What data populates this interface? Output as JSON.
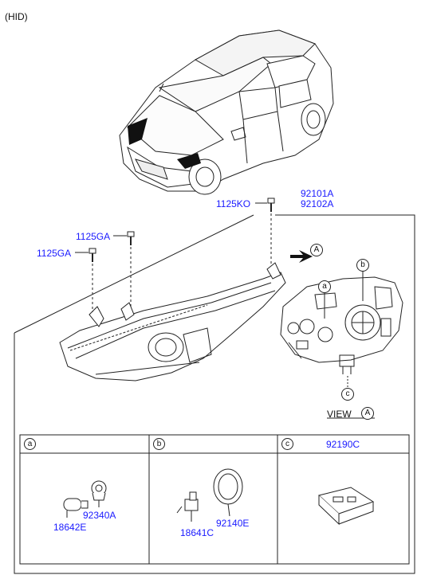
{
  "variant": "(HID)",
  "assembly": {
    "part_a": "92101A",
    "part_b": "92102A"
  },
  "bolts": {
    "top": "1125KO",
    "upper_left": "1125GA",
    "lower_left": "1125GA"
  },
  "view": {
    "label": "VIEW",
    "ref": "A",
    "arrow_ref": "A"
  },
  "callouts": {
    "a": "a",
    "b": "b",
    "c": "c"
  },
  "table": {
    "cols": [
      {
        "letter": "a",
        "title": "",
        "parts": [
          "92340A",
          "18642E"
        ]
      },
      {
        "letter": "b",
        "title": "",
        "parts": [
          "92140E",
          "18641C"
        ]
      },
      {
        "letter": "c",
        "title": "92190C",
        "parts": []
      }
    ]
  },
  "colors": {
    "part_number": "#1a1aff",
    "line": "#222222"
  }
}
